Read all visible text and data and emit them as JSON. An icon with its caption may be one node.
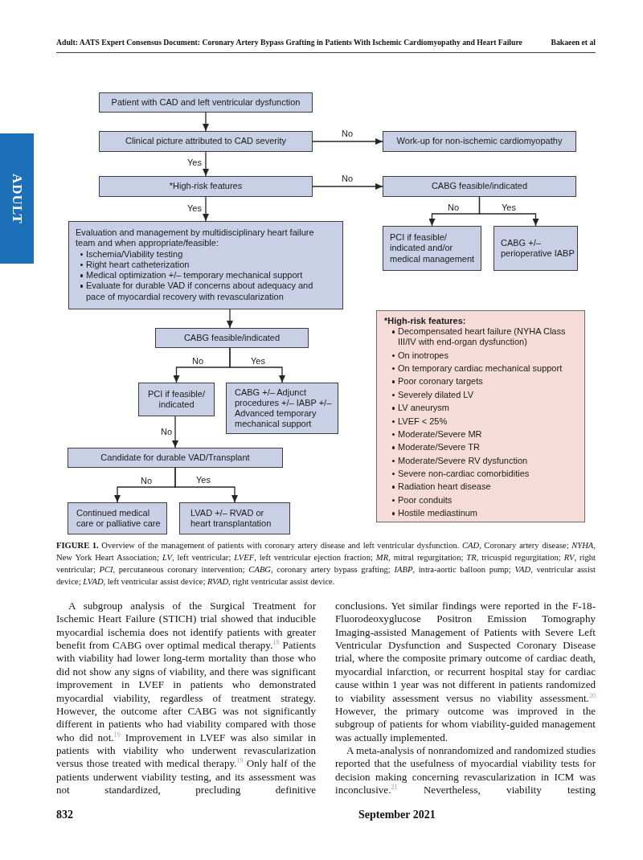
{
  "diagram": {
    "caption": "**FIGURE 1.** Overview of the management of patients with coronary artery disease and left ventricular dysfunction. *CAD*, Coronary artery disease; *NYHA*, New York Heart Association; *LV*, left ventricular; *LVEF*, left ventricular ejection fraction; *MR*, mitral regurgitation; *TR*, tricuspid regurgitation; *RV*, right ventricular; *PCI*, percutaneous coronary intervention; *CABG*, coronary artery bypass grafting; *IABP*, intra-aortic balloon pump; *VAD*, ventricular assist device; *LVAD*, left ventricular assist device; *RVAD*, right ventricular assist device.",
    "nodes": [
      {
        "text": [
          "Patient with CAD and left ventricular dysfunction"
        ]
      },
      {
        "text": [
          "Clinical picture attributed to CAD severity"
        ]
      },
      {
        "text": [
          "Work-up for non-ischemic cardiomyopathy"
        ]
      },
      {
        "text": [
          "*High-risk features"
        ]
      },
      {
        "text": [
          "CABG feasible/indicated"
        ]
      },
      {
        "text": [
          "Evaluation and management by multidisciplinary heart failure team and when appropriate/feasible:",
          "Ischemia/Viability testing",
          "Right heart catheterization",
          "Medical optimization +/– temporary mechanical support",
          "Evaluate for durable VAD if concerns about adequacy and pace of myocardial recovery with revascularization"
        ]
      },
      {
        "text": [
          "PCI if feasible/ indicated and/or medical management"
        ]
      },
      {
        "text": [
          "CABG +/– perioperative IABP"
        ]
      },
      {
        "text": [
          "*High-risk features:",
          "Decompensated heart failure (NYHA Class III/IV with end-organ dysfunction)",
          "On inotropes",
          "On temporary cardiac mechanical support",
          "Poor coronary targets",
          "Severely dilated LV",
          "LV aneurysm",
          "LVEF < 25%",
          "Moderate/Severe MR",
          "Moderate/Severe TR",
          "Moderate/Severe RV dysfunction",
          "Severe non-cardiac comorbidities",
          "Radiation heart disease",
          "Poor conduits",
          "Hostile mediastinum"
        ]
      },
      {
        "text": [
          "CABG feasible/indicated"
        ]
      },
      {
        "text": [
          "PCI if feasible/ indicated"
        ]
      },
      {
        "text": [
          "CABG +/– Adjunct procedures +/– IABP +/– Advanced temporary mechanical support"
        ]
      },
      {
        "text": [
          "Candidate for durable VAD/Transplant"
        ]
      },
      {
        "text": [
          "Continued medical care or palliative care"
        ]
      },
      {
        "text": [
          "LVAD +/– RVAD or heart transplantation"
        ]
      }
    ],
    "edges": [
      {
        "from": 0,
        "to": 1,
        "arrow": "to"
      },
      {
        "from": 1,
        "to": 2,
        "arrow": "to",
        "label": "No"
      },
      {
        "from": 1,
        "to": 3,
        "arrow": "to",
        "label": "Yes"
      },
      {
        "from": 3,
        "to": 4,
        "arrow": "to",
        "label": "No"
      },
      {
        "from": 3,
        "to": 5,
        "arrow": "to",
        "label": "Yes"
      },
      {
        "from": 4,
        "to": 6,
        "arrow": "to",
        "label": "No"
      },
      {
        "from": 4,
        "to": 7,
        "arrow": "to",
        "label": "Yes"
      },
      {
        "from": 5,
        "to": 9,
        "arrow": "to"
      },
      {
        "from": 9,
        "to": 10,
        "arrow": "to",
        "label": "No"
      },
      {
        "from": 9,
        "to": 11,
        "arrow": "to",
        "label": "Yes"
      },
      {
        "from": 10,
        "to": 12,
        "arrow": "to",
        "label": "No"
      },
      {
        "from": 12,
        "to": 13,
        "arrow": "to",
        "label": "No"
      },
      {
        "from": 12,
        "to": 14,
        "arrow": "to",
        "label": "Yes"
      }
    ],
    "labels": [
      "Adult: AATS Expert Consensus Document: Coronary Artery Bypass Grafting in Patients With Ischemic Cardiomyopathy and Heart Failure",
      "Bakaeen et al",
      "ADULT",
      "A subgroup analysis of the Surgical Treatment for Ischemic Heart Failure (STICH) trial showed that inducible myocardial ischemia does not identify patients with greater benefit from CABG over optimal medical therapy.$^{18}$ Patients with viability had lower long-term mortality than those who did not show any signs of viability, and there was significant improvement in LVEF in patients who demonstrated myocardial viability, regardless of treatment strategy. However, the outcome after CABG was not significantly different in patients who had viability compared with those who did not.$^{19}$ Improvement in LVEF was also similar in patients with viability who underwent revascularization versus those treated with medical therapy.$^{19}$ Only half of the patients underwent viability testing, and its assessment was not standardized, precluding definitive",
      "conclusions. Yet similar findings were reported in the F-18-Fluorodeoxyglucose Positron Emission Tomography Imaging-assisted Management of Patients with Severe Left Ventricular Dysfunction and Suspected Coronary Disease trial, where the composite primary outcome of cardiac death, myocardial infarction, or recurrent hospital stay for cardiac cause within 1 year was not different in patients randomized to viability assessment versus no viability assessment.$^{20}$ However, the primary outcome was improved in the subgroup of patients for whom viability-guided management was actually implemented.",
      "A meta-analysis of nonrandomized and randomized studies reported that the usefulness of myocardial viability tests for decision making concerning revascularization in ICM was inconclusive.$^{21}$ Nevertheless, viability testing",
      "832",
      "September 2021"
    ]
  }
}
